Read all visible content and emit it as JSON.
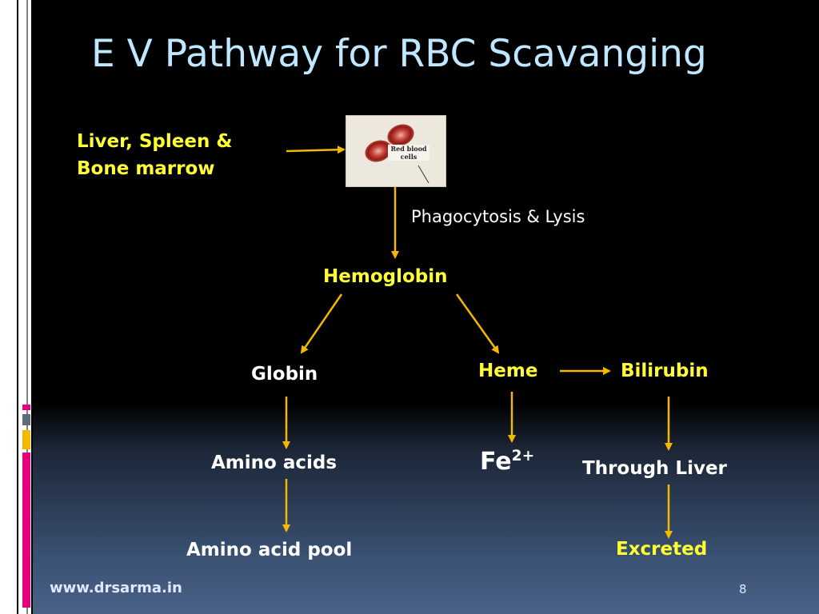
{
  "slide": {
    "title": "E V Pathway for RBC Scavanging",
    "footer_url": "www.drsarma.in",
    "page_number": "8"
  },
  "diagram": {
    "source": {
      "line1": "Liver, Spleen &",
      "line2": "Bone marrow"
    },
    "image_label": {
      "line1": "Red blood",
      "line2": "cells"
    },
    "process_label": "Phagocytosis & Lysis",
    "hemoglobin": "Hemoglobin",
    "globin": "Globin",
    "heme": "Heme",
    "bilirubin": "Bilirubin",
    "amino_acids": "Amino acids",
    "iron": {
      "symbol": "Fe",
      "charge": "2+"
    },
    "through_liver": "Through Liver",
    "amino_acid_pool": "Amino acid pool",
    "excreted": "Excreted"
  },
  "colors": {
    "arrow": "#f5b800",
    "title": "#bfe7ff",
    "highlight_text": "#ffff33",
    "body_text": "#ffffff",
    "accent_magenta": "#e6007e",
    "accent_orange": "#f5b800",
    "accent_slate": "#5a6b80"
  }
}
